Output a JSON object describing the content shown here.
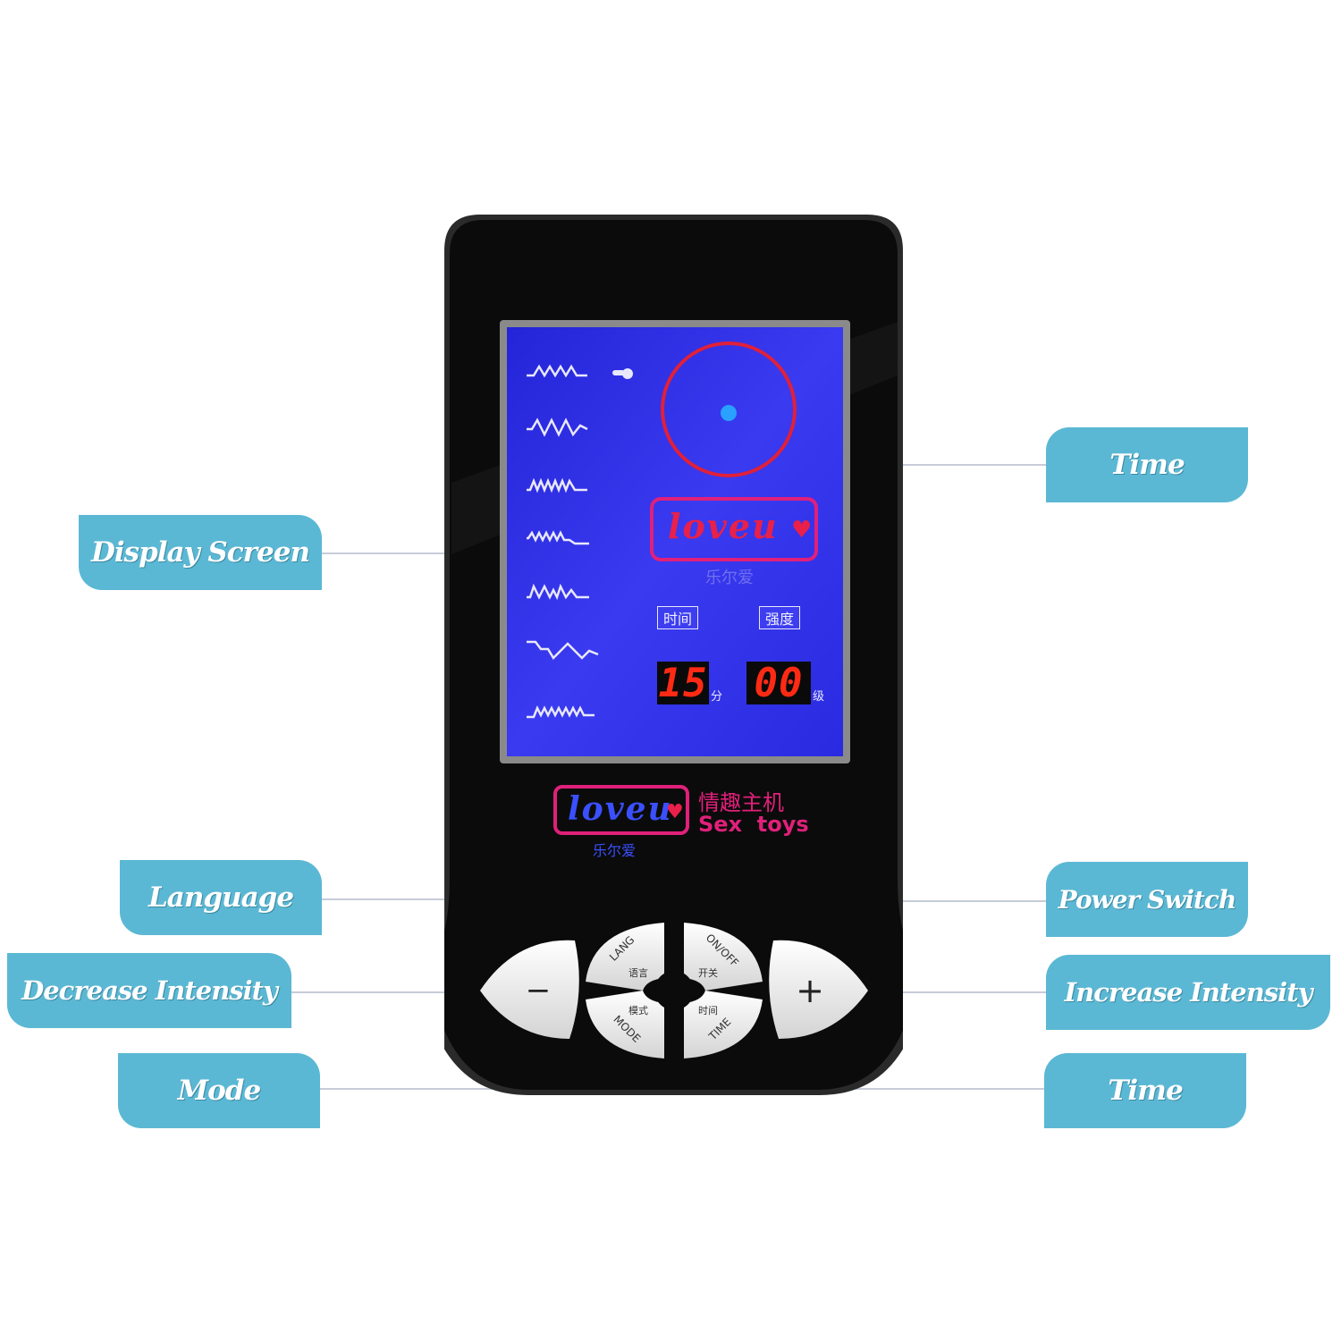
{
  "labels": {
    "display_screen": "Display Screen",
    "time_top": "Time",
    "language": "Language",
    "power_switch": "Power Switch",
    "decrease_intensity": "Decrease Intensity",
    "increase_intensity": "Increase Intensity",
    "mode": "Mode",
    "time_bottom": "Time"
  },
  "screen": {
    "time_label": "时间",
    "intensity_label": "强度",
    "time_value": "15",
    "time_unit": "分",
    "intensity_value": "00",
    "intensity_unit": "级",
    "logo_text": "loveu",
    "logo_sub": "乐尔爱"
  },
  "brand": {
    "logo_text": "loveu",
    "logo_sub": "乐尔爱",
    "cn_name": "情趣主机",
    "en_name": "Sex  toys"
  },
  "buttons": {
    "minus": "−",
    "plus": "+",
    "lang_en": "LANG",
    "lang_cn": "语言",
    "onoff_en": "ON/OFF",
    "onoff_cn": "开关",
    "mode_en": "MODE",
    "mode_cn": "模式",
    "time_en": "TIME",
    "time_cn": "时间"
  },
  "colors": {
    "label_bg": "#5bb8d4",
    "leader_line": "#c96a9a",
    "screen_bg": "#2f2fe6",
    "segment_red": "#ff2a14",
    "device_body": "#0b0b0b"
  }
}
